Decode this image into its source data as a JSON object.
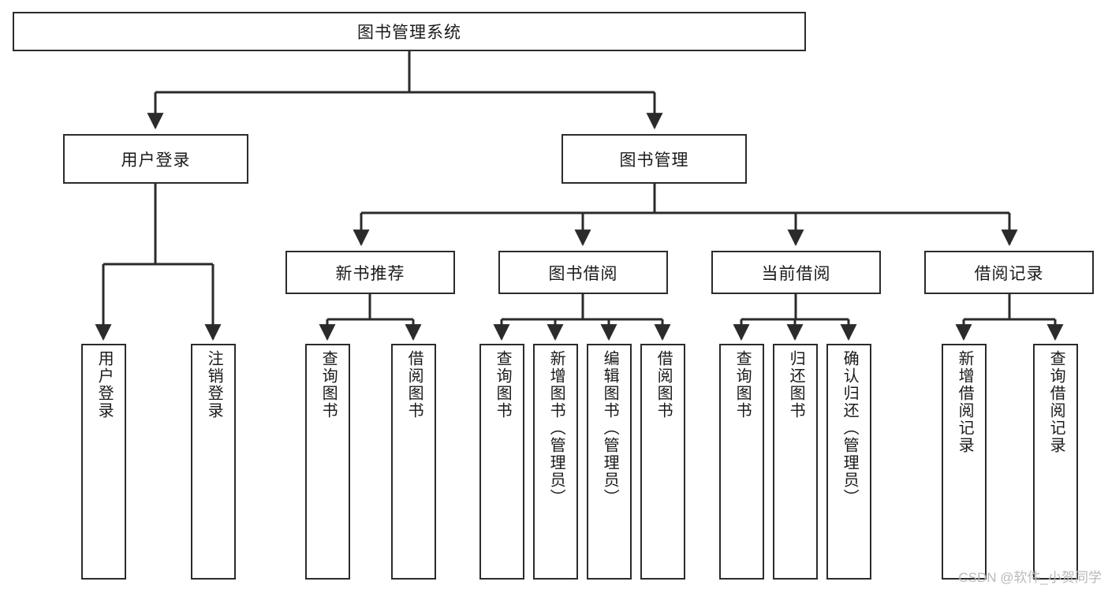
{
  "diagram": {
    "type": "tree-hierarchy",
    "title": "图书管理系统",
    "watermark": "CSDN @软件_小贺同学",
    "colors": {
      "box_border": "#2b2b2b",
      "box_fill": "#ffffff",
      "connector": "#2b2b2b",
      "text": "#1a1a1a",
      "watermark": "#b9b9b9",
      "background": "#ffffff"
    },
    "root": {
      "label": "图书管理系统"
    },
    "level2": [
      {
        "label": "用户登录"
      },
      {
        "label": "图书管理"
      }
    ],
    "level3": [
      {
        "label": "新书推荐"
      },
      {
        "label": "图书借阅"
      },
      {
        "label": "当前借阅"
      },
      {
        "label": "借阅记录"
      }
    ],
    "leaves": {
      "user_login": [
        {
          "label": "用户登录"
        },
        {
          "label": "注销登录"
        }
      ],
      "new_book": [
        {
          "label": "查询图书"
        },
        {
          "label": "借阅图书"
        }
      ],
      "book_borrow": [
        {
          "label": "查询图书"
        },
        {
          "label": "新增图书（管理员）"
        },
        {
          "label": "编辑图书（管理员）"
        },
        {
          "label": "借阅图书"
        }
      ],
      "current_borrow": [
        {
          "label": "查询图书"
        },
        {
          "label": "归还图书"
        },
        {
          "label": "确认归还（管理员）"
        }
      ],
      "borrow_record": [
        {
          "label": "新增借阅记录"
        },
        {
          "label": "查询借阅记录"
        }
      ]
    }
  }
}
